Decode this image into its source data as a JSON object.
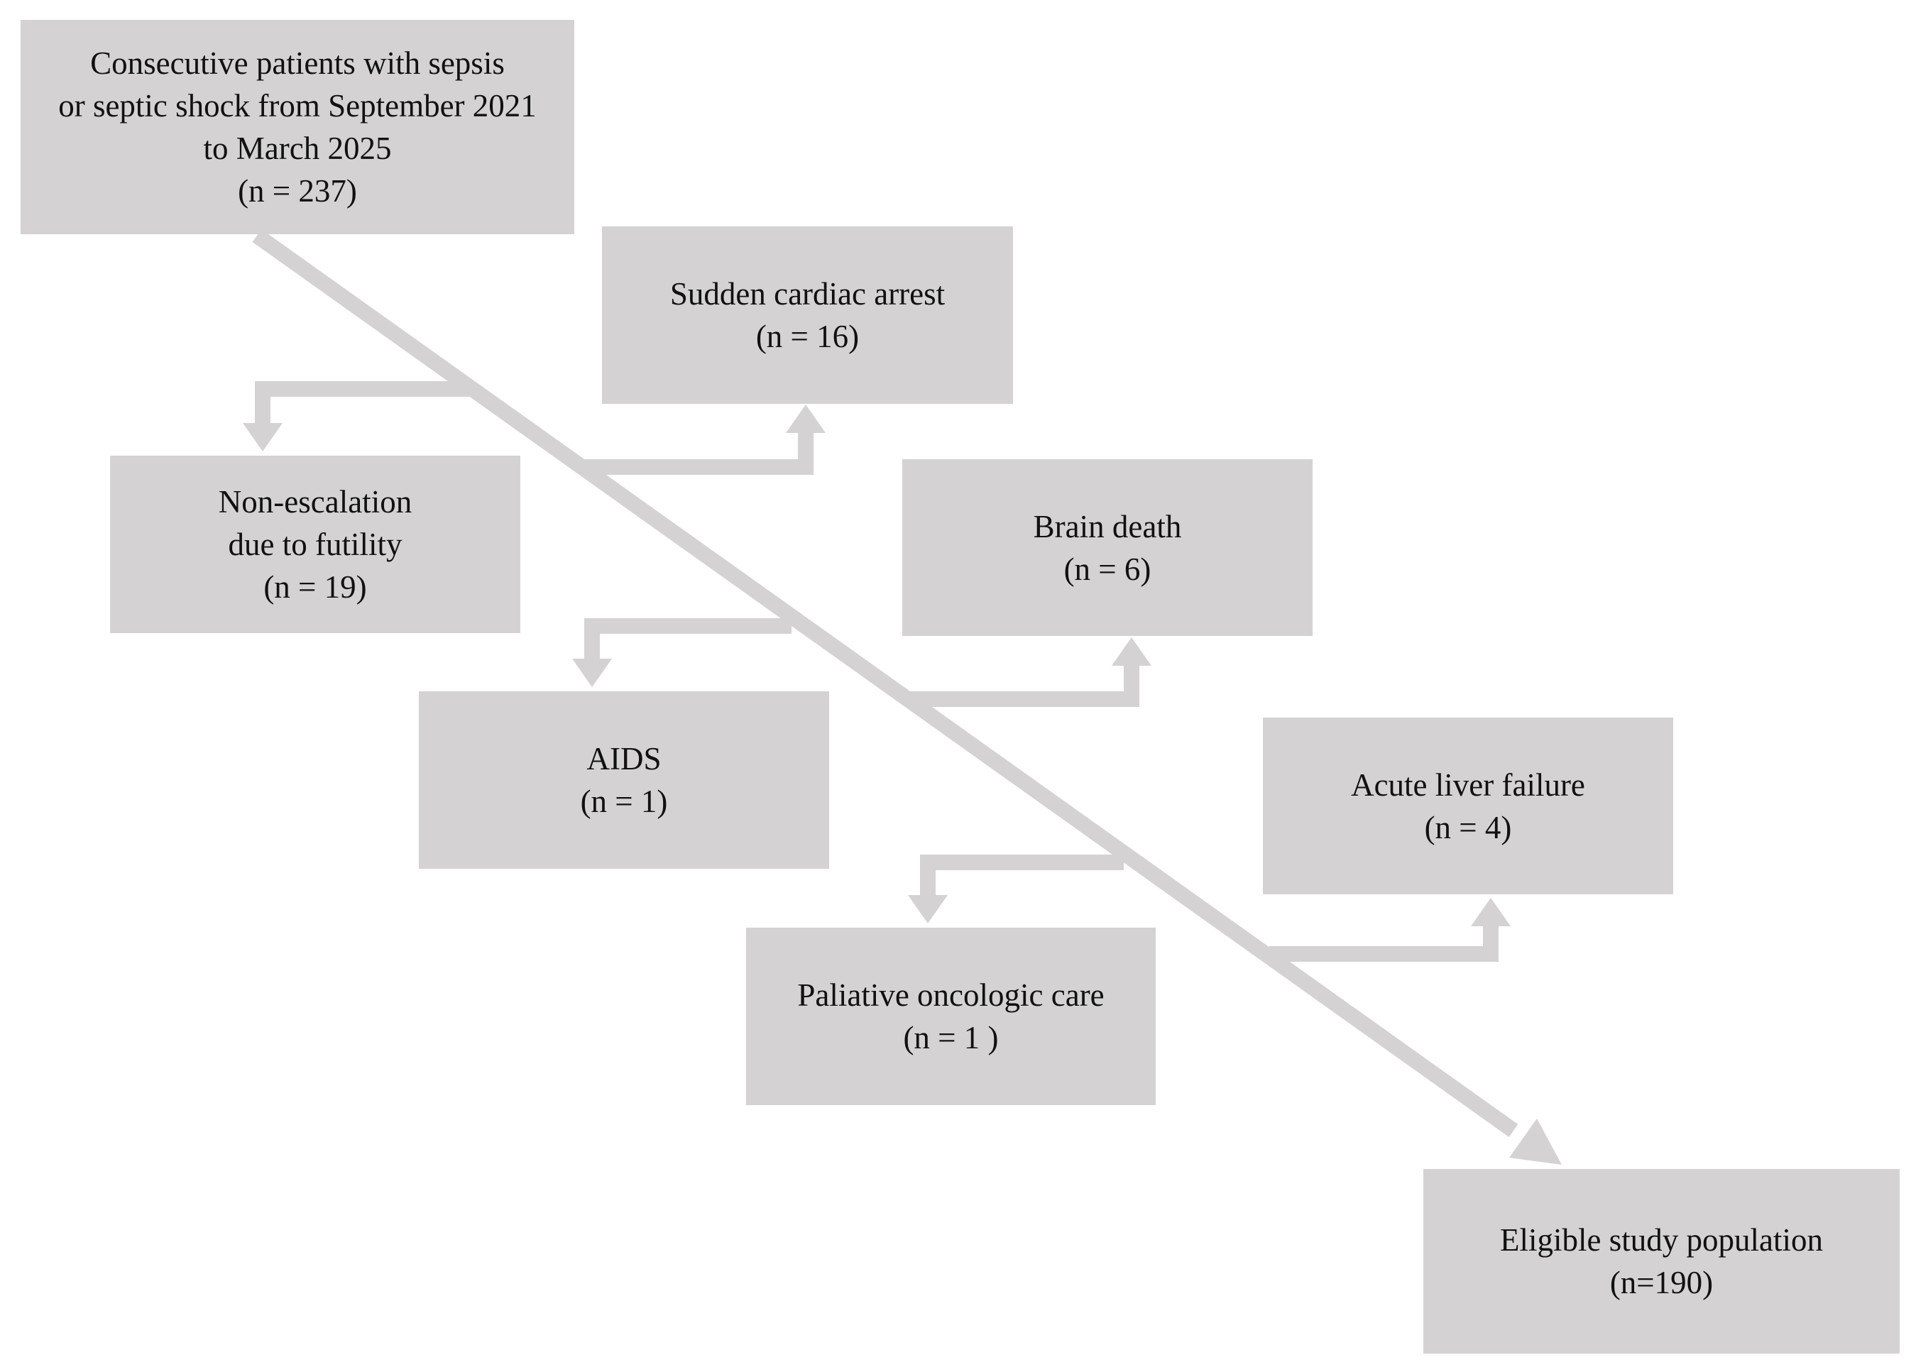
{
  "boxes": {
    "start": {
      "line1": "Consecutive patients with sepsis",
      "line2": "or septic shock from September 2021",
      "line3": "to March 2025",
      "count": "(n = 237)"
    },
    "sudden_cardiac_arrest": {
      "label": "Sudden cardiac arrest",
      "count": "(n = 16)"
    },
    "non_escalation": {
      "line1": "Non-escalation",
      "line2": "due to futility",
      "count": "(n = 19)"
    },
    "brain_death": {
      "label": "Brain death",
      "count": "(n = 6)"
    },
    "aids": {
      "label": "AIDS",
      "count": "(n = 1)"
    },
    "acute_liver_failure": {
      "label": "Acute liver failure",
      "count": "(n = 4)"
    },
    "paliative_care": {
      "label": "Paliative oncologic care",
      "count": "(n = 1 )"
    },
    "eligible": {
      "label": "Eligible study population",
      "count": "(n=190)"
    }
  },
  "colors": {
    "box_fill": "#d4d2d3",
    "arrow": "#d4d2d3",
    "text": "#111111",
    "background": "#ffffff"
  }
}
